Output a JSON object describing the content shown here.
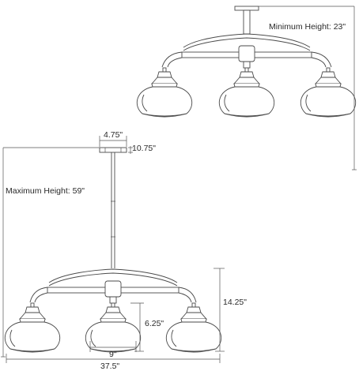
{
  "labels": {
    "min_height": "Minimum Height: 23\"",
    "max_height": "Maximum Height: 59\"",
    "canopy_width": "4.75\"",
    "canopy_height": "10.75\"",
    "body_height": "14.25\"",
    "shade_height": "6.25\"",
    "shade_width": "9\"",
    "total_width": "37.5\""
  }
}
